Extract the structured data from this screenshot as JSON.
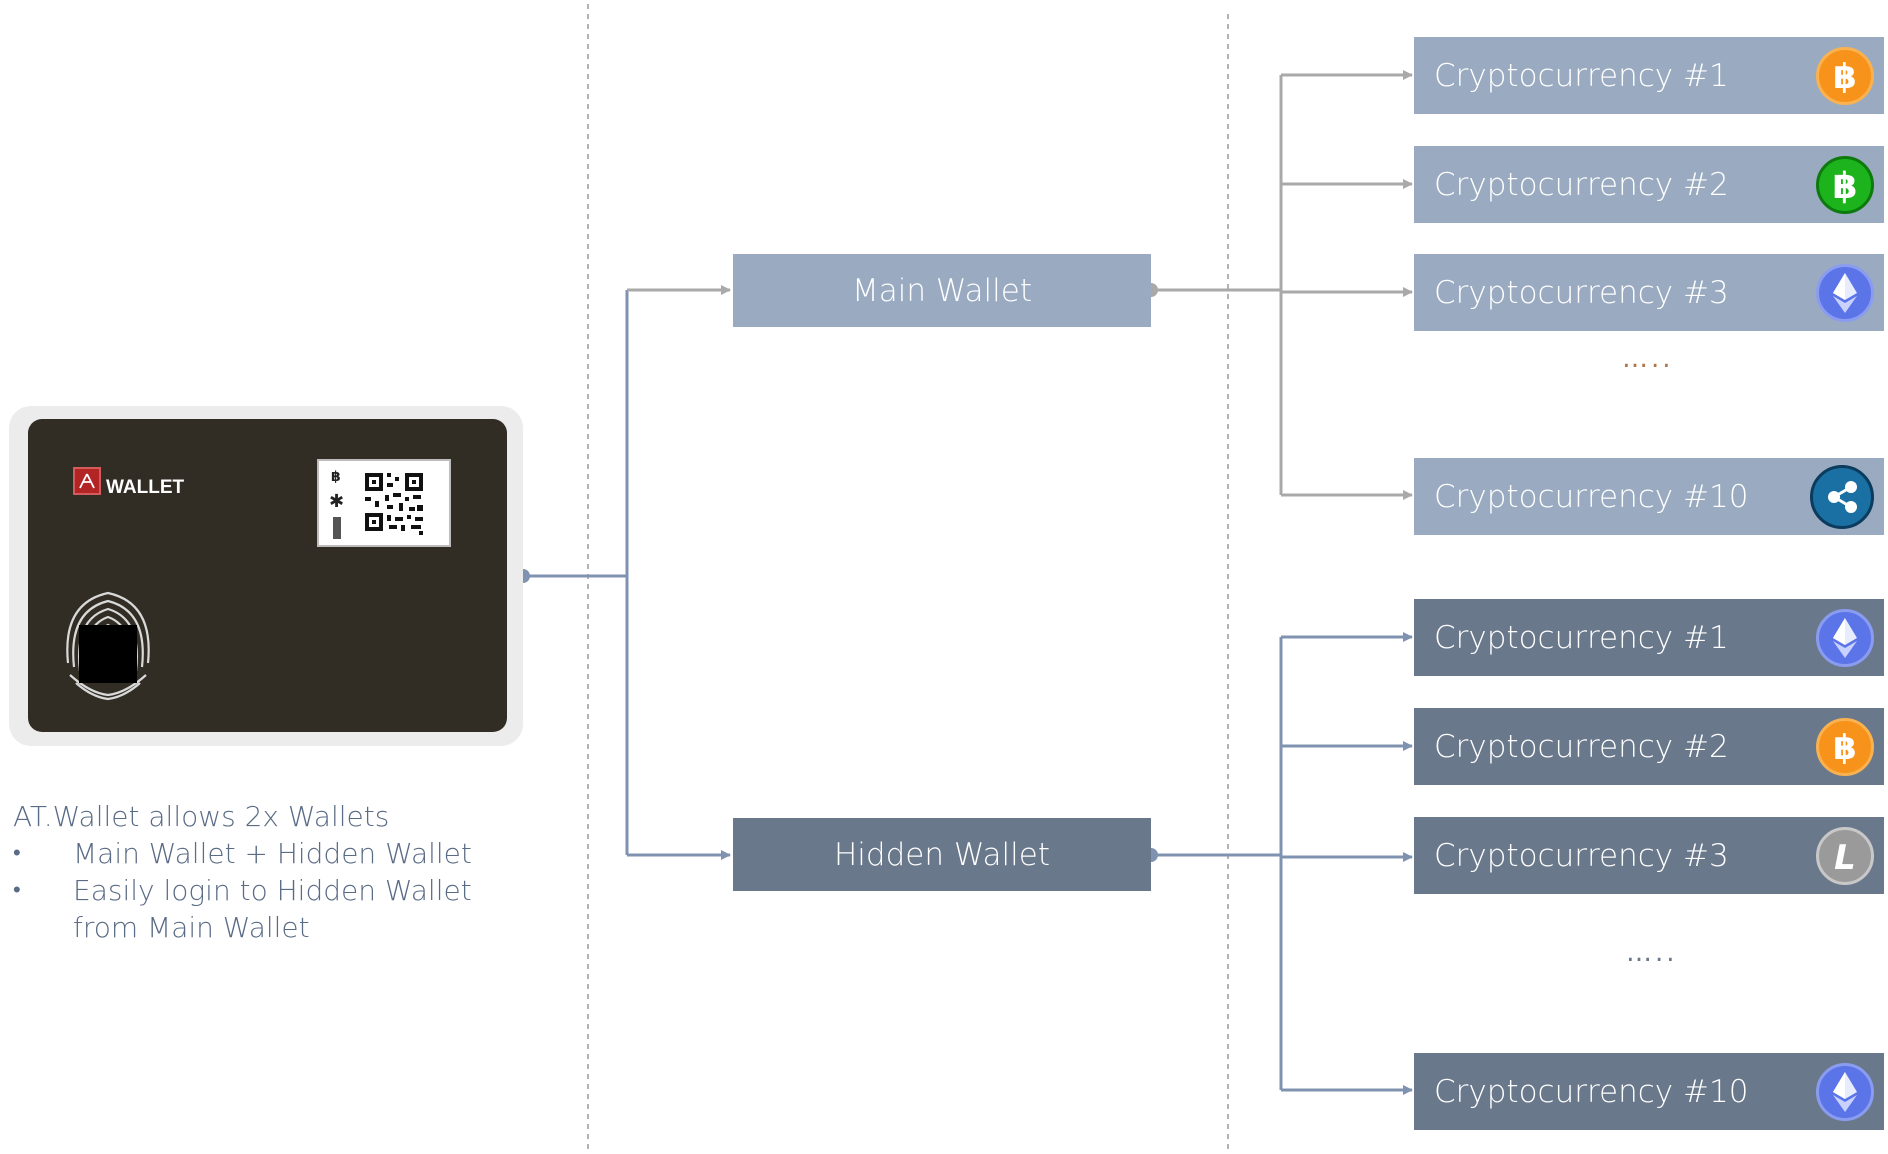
{
  "card": {
    "brand_text": "WALLET",
    "logo_letter": "A"
  },
  "description": {
    "title": "AT.Wallet allows 2x Wallets",
    "bullets": [
      "Main Wallet + Hidden Wallet",
      "Easily login to Hidden Wallet from Main Wallet"
    ]
  },
  "wallets": {
    "main": {
      "label": "Main Wallet",
      "color": "#9aabc1"
    },
    "hidden": {
      "label": "Hidden Wallet",
      "color": "#6a788c"
    }
  },
  "main_cryptos": [
    {
      "label": "Cryptocurrency #1",
      "icon": "bitcoin-orange-icon",
      "coin_color": "#f7931a"
    },
    {
      "label": "Cryptocurrency #2",
      "icon": "bitcoin-green-icon",
      "coin_color": "#1db31d"
    },
    {
      "label": "Cryptocurrency #3",
      "icon": "ethereum-icon",
      "coin_color": "#5b74e8"
    },
    {
      "label": "Cryptocurrency #10",
      "icon": "ripple-icon",
      "coin_color": "#1a6fa3"
    }
  ],
  "hidden_cryptos": [
    {
      "label": "Cryptocurrency #1",
      "icon": "ethereum-icon",
      "coin_color": "#5b74e8"
    },
    {
      "label": "Cryptocurrency #2",
      "icon": "bitcoin-orange-icon",
      "coin_color": "#f7931a"
    },
    {
      "label": "Cryptocurrency #3",
      "icon": "litecoin-icon",
      "coin_color": "#9a9a9a"
    },
    {
      "label": "Cryptocurrency #10",
      "icon": "ethereum-icon",
      "coin_color": "#5b74e8"
    }
  ],
  "ellipsis_text": "….."
}
